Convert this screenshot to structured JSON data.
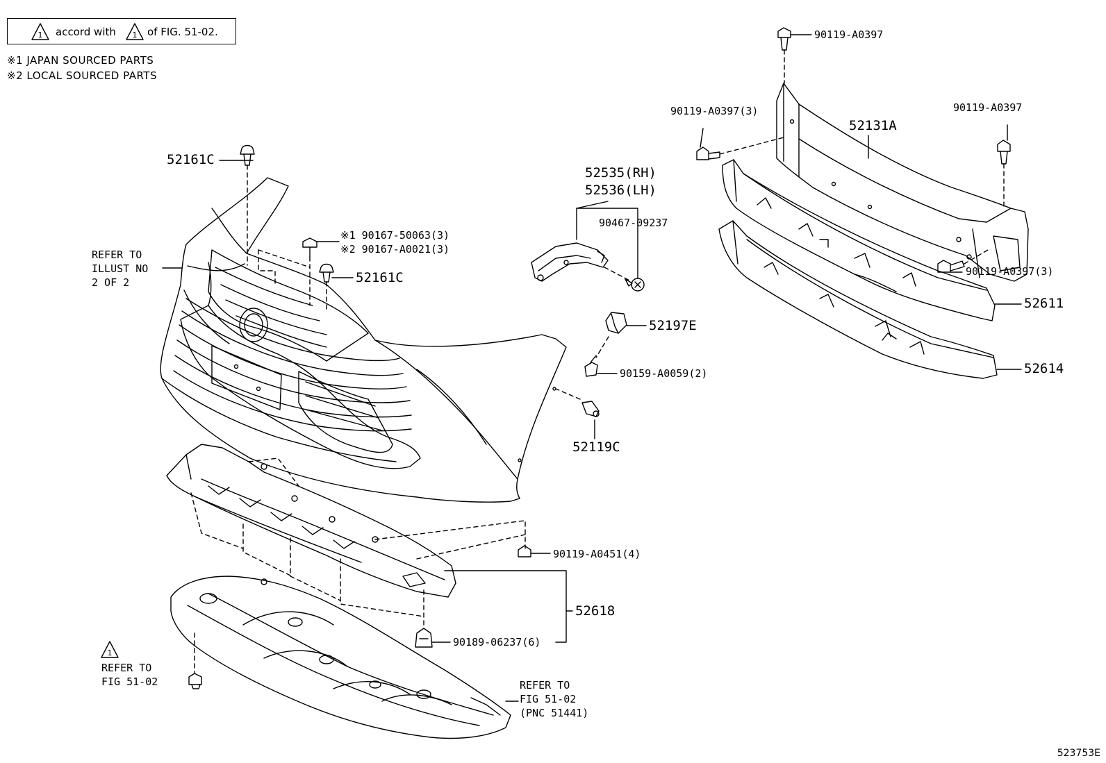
{
  "legend": {
    "accord_prefix": "accord with",
    "accord_suffix": "of FIG. 51-02.",
    "warning_mark": "1"
  },
  "notes": [
    "※1 JAPAN SOURCED PARTS",
    "※2 LOCAL SOURCED PARTS"
  ],
  "parts": {
    "p52161C_top": "52161C",
    "p52161C_mid": "52161C",
    "p90167_jp": "※1 90167-50063(3)",
    "p90167_local": "※2 90167-A0021(3)",
    "p52535": "52535(RH)",
    "p52536": "52536(LH)",
    "p90467": "90467-09237",
    "p52197E": "52197E",
    "p90159": "90159-A0059(2)",
    "p52119C": "52119C",
    "p90119_top": "90119-A0397",
    "p90119_left3": "90119-A0397(3)",
    "p90119_right": "90119-A0397",
    "p90119_bottom3": "90119-A0397(3)",
    "p52131A": "52131A",
    "p52611": "52611",
    "p52614": "52614",
    "p90119_A0451": "90119-A0451(4)",
    "p52618": "52618",
    "p90189": "90189-06237(6)"
  },
  "refs": {
    "illust": [
      "REFER TO",
      "ILLUST NO",
      "2 OF 2"
    ],
    "fig_left": [
      "REFER TO",
      "FIG 51-02"
    ],
    "fig_right": [
      "REFER TO",
      "FIG 51-02",
      "(PNC 51441)"
    ]
  },
  "image_id": "523753E"
}
